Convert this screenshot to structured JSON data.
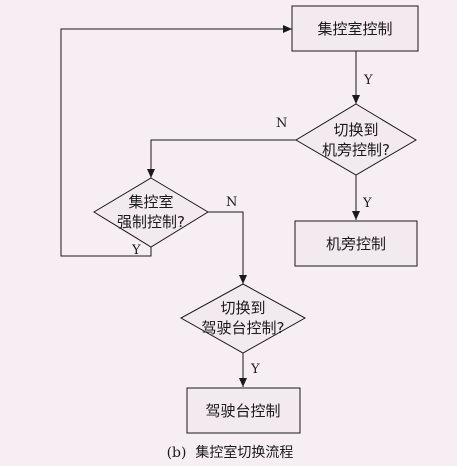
{
  "nodes": {
    "start_box": "集控室控制",
    "decision_engine_room": [
      "切换到",
      "机旁控制?"
    ],
    "decision_forced": [
      "集控室",
      "强制控制?"
    ],
    "engine_room_box": "机旁控制",
    "decision_bridge": [
      "切换到",
      "驾驶台控制?"
    ],
    "bridge_box": "驾驶台控制"
  },
  "edge_labels": {
    "start_to_engine_decision": "Y",
    "engine_decision_no": "N",
    "engine_decision_yes": "Y",
    "forced_no": "N",
    "forced_yes": "Y",
    "bridge_yes": "Y"
  },
  "caption": "(b)  集控室切换流程",
  "colors": {
    "background": "#f6eef3",
    "box_fill": "#f3eaf0",
    "stroke": "#1a1a1a"
  }
}
